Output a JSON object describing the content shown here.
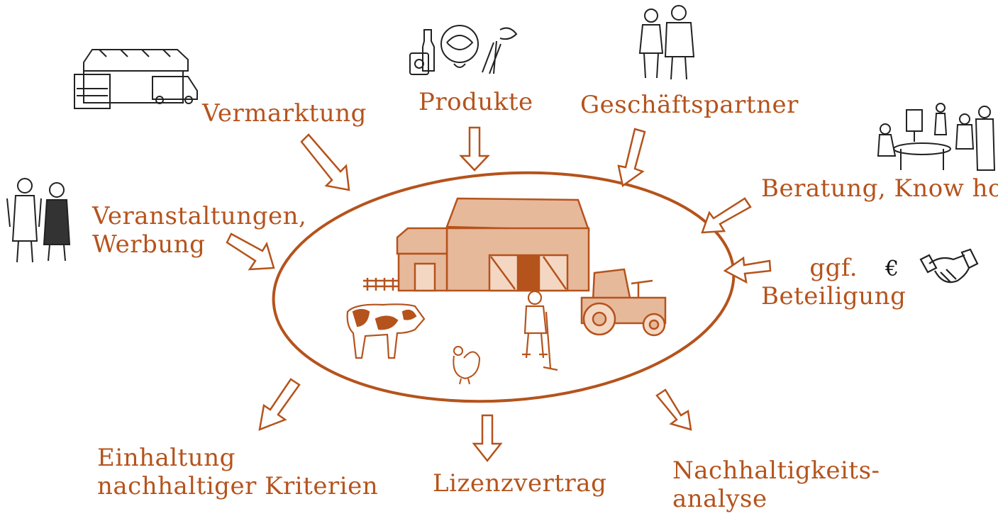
{
  "colors": {
    "accent": "#b5531c",
    "barn_fill": "#e7b99b",
    "ink": "#222222"
  },
  "labels": {
    "vermarktung": "Vermarktung",
    "produkte": "Produkte",
    "geschaeftspartner": "Geschäftspartner",
    "beratung": "Beratung, Know how",
    "veranstaltungen": "Veranstaltungen,\nWerbung",
    "beteiligung": "ggf.\nBeteiligung",
    "euro": "€",
    "einhaltung": "Einhaltung\nnachhaltiger Kriterien",
    "lizenzvertrag": "Lizenzvertrag",
    "nachhaltigkeit": "Nachhaltigkeits-\nanalyse"
  },
  "icons": [
    "market-building-icon",
    "products-icon",
    "business-partners-icon",
    "consulting-meeting-icon",
    "couple-icon",
    "handshake-icon",
    "farm-scene-icon",
    "barn-icon",
    "cow-icon",
    "farmer-icon",
    "chicken-icon",
    "tractor-icon"
  ]
}
